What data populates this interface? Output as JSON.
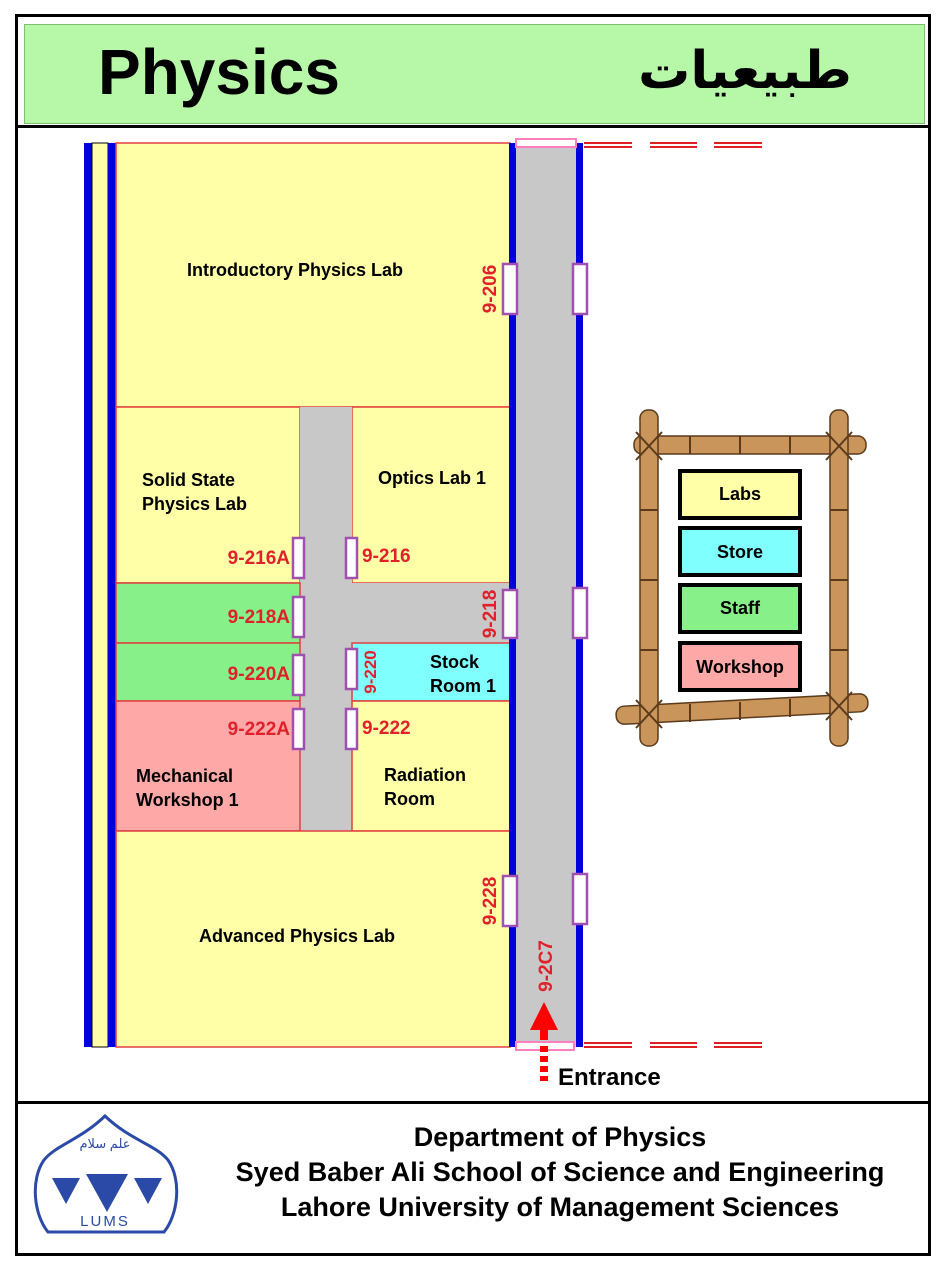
{
  "header": {
    "title_en": "Physics",
    "title_ur": "طبیعیات"
  },
  "rooms": {
    "introductory_lab": "Introductory Physics Lab",
    "solid_state_line1": "Solid State",
    "solid_state_line2": "Physics Lab",
    "optics_lab": "Optics Lab 1",
    "stock_line1": "Stock",
    "stock_line2": "Room 1",
    "mech_line1": "Mechanical",
    "mech_line2": "Workshop 1",
    "radiation_line1": "Radiation",
    "radiation_line2": "Room",
    "advanced_lab": "Advanced Physics Lab"
  },
  "room_numbers": {
    "r206": "9-206",
    "r216a": "9-216A",
    "r216": "9-216",
    "r218a": "9-218A",
    "r218": "9-218",
    "r220a": "9-220A",
    "r220": "9-220",
    "r222a": "9-222A",
    "r222": "9-222",
    "r228": "9-228",
    "r2c7": "9-2C7"
  },
  "entrance_label": "Entrance",
  "legend": {
    "items": [
      {
        "label": "Labs",
        "color": "#ffffa8"
      },
      {
        "label": "Store",
        "color": "#80ffff"
      },
      {
        "label": "Staff",
        "color": "#88f088"
      },
      {
        "label": "Workshop",
        "color": "#ffa8a8"
      }
    ]
  },
  "footer": {
    "line1": "Department of Physics",
    "line2": "Syed Baber Ali School of Science and Engineering",
    "line3": "Lahore University of Management Sciences"
  },
  "logo": {
    "text": "LUMS",
    "motto": "علم سلام"
  },
  "colors": {
    "lab": "#ffffa8",
    "store": "#80ffff",
    "staff": "#88f088",
    "workshop": "#ffa8a8",
    "corridor": "#c8c8c8",
    "wall": "#0000dd",
    "room_number": "#e0202a",
    "door": "#a050b0",
    "header_bg": "#b7f7a8",
    "logo_blue": "#2b4aa8"
  }
}
